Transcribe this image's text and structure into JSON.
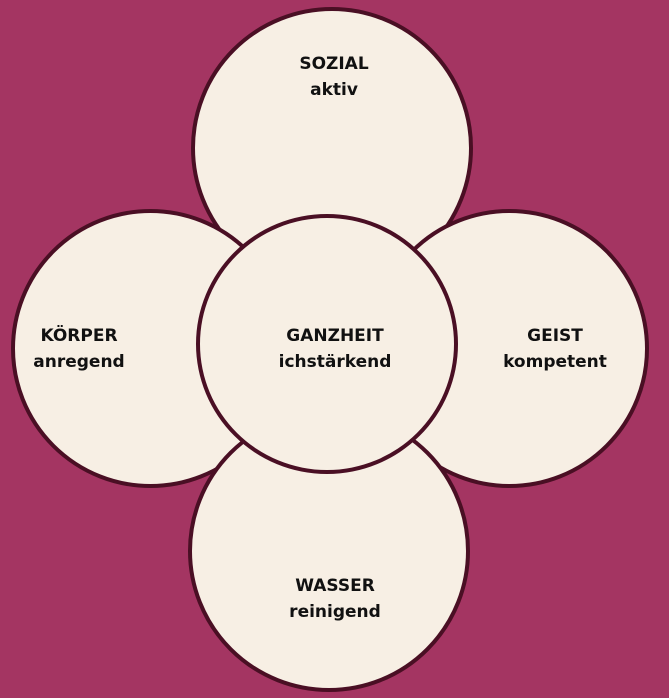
{
  "diagram": {
    "background_color": "#a43562",
    "circle_fill": "#f7efe4",
    "circle_stroke": "#4a0f24",
    "nodes": {
      "top": {
        "title": "SOZIAL",
        "subtitle": "aktiv"
      },
      "left": {
        "title": "KÖRPER",
        "subtitle": "anregend"
      },
      "right": {
        "title": "GEIST",
        "subtitle": "kompetent"
      },
      "bottom": {
        "title": "WASSER",
        "subtitle": "reinigend"
      },
      "center": {
        "title": "GANZHEIT",
        "subtitle": "ichstärkend"
      }
    }
  }
}
